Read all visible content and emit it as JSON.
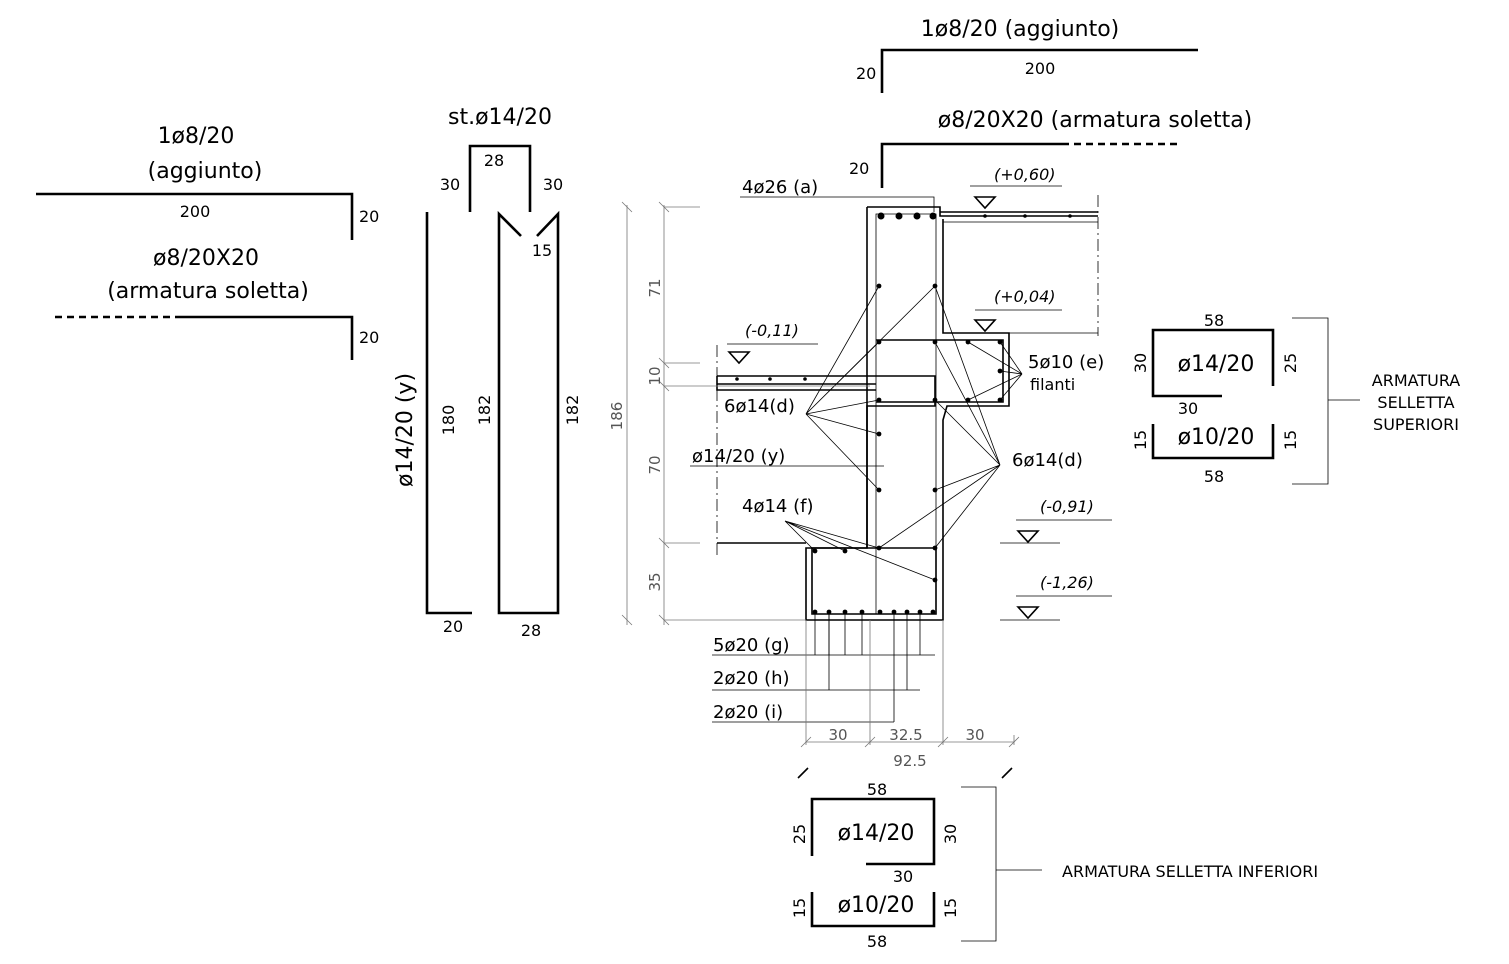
{
  "left_bars": {
    "top_title": "1ø8/20",
    "top_sub": "(aggiunto)",
    "top_len": "200",
    "top_hook": "20",
    "slab_title": "ø8/20X20",
    "slab_sub": "(armatura soletta)",
    "slab_hook": "20"
  },
  "stirrup": {
    "title": "st.ø14/20",
    "top": "28",
    "left_leg": "30",
    "right_leg": "30",
    "hook": "15",
    "side_a": "182",
    "side_b": "182",
    "bottom": "28"
  },
  "bar_y": {
    "label": "ø14/20 (y)",
    "length": "180",
    "foot": "20"
  },
  "top_right_bars": {
    "top_title": "1ø8/20 (aggiunto)",
    "top_hook": "20",
    "top_len": "200",
    "slab_title": "ø8/20X20 (armatura soletta)",
    "slab_hook": "20"
  },
  "section": {
    "labels": {
      "a": "4ø26 (a)",
      "d_left": "6ø14(d)",
      "y": "ø14/20 (y)",
      "f": "4ø14 (f)",
      "e": "5ø10 (e)",
      "filanti": "filanti",
      "d_right": "6ø14(d)",
      "g": "5ø20 (g)",
      "h": "2ø20 (h)",
      "i": "2ø20 (i)"
    },
    "levels": [
      "(+0,60)",
      "(+0,04)",
      "(-0,11)",
      "(-0,91)",
      "(-1,26)"
    ],
    "vertical_dims": [
      "186",
      "71",
      "10",
      "70",
      "35"
    ],
    "horizontal_dims": [
      "30",
      "32.5",
      "30",
      "92.5"
    ]
  },
  "upper_corbel": {
    "title_lines": [
      "ARMATURA",
      "SELLETTA",
      "SUPERIORI"
    ],
    "bar1": "ø14/20",
    "b1_top": "58",
    "b1_left": "30",
    "b1_right": "25",
    "b1_bottom": "30",
    "bar2": "ø10/20",
    "b2_left": "15",
    "b2_right": "15",
    "b2_bottom": "58"
  },
  "lower_corbel": {
    "title": "ARMATURA SELLETTA INFERIORI",
    "bar1": "ø14/20",
    "b1_top": "58",
    "b1_left": "25",
    "b1_right": "30",
    "b1_bottom": "30",
    "bar2": "ø10/20",
    "b2_left": "15",
    "b2_right": "15",
    "b2_bottom": "58"
  }
}
